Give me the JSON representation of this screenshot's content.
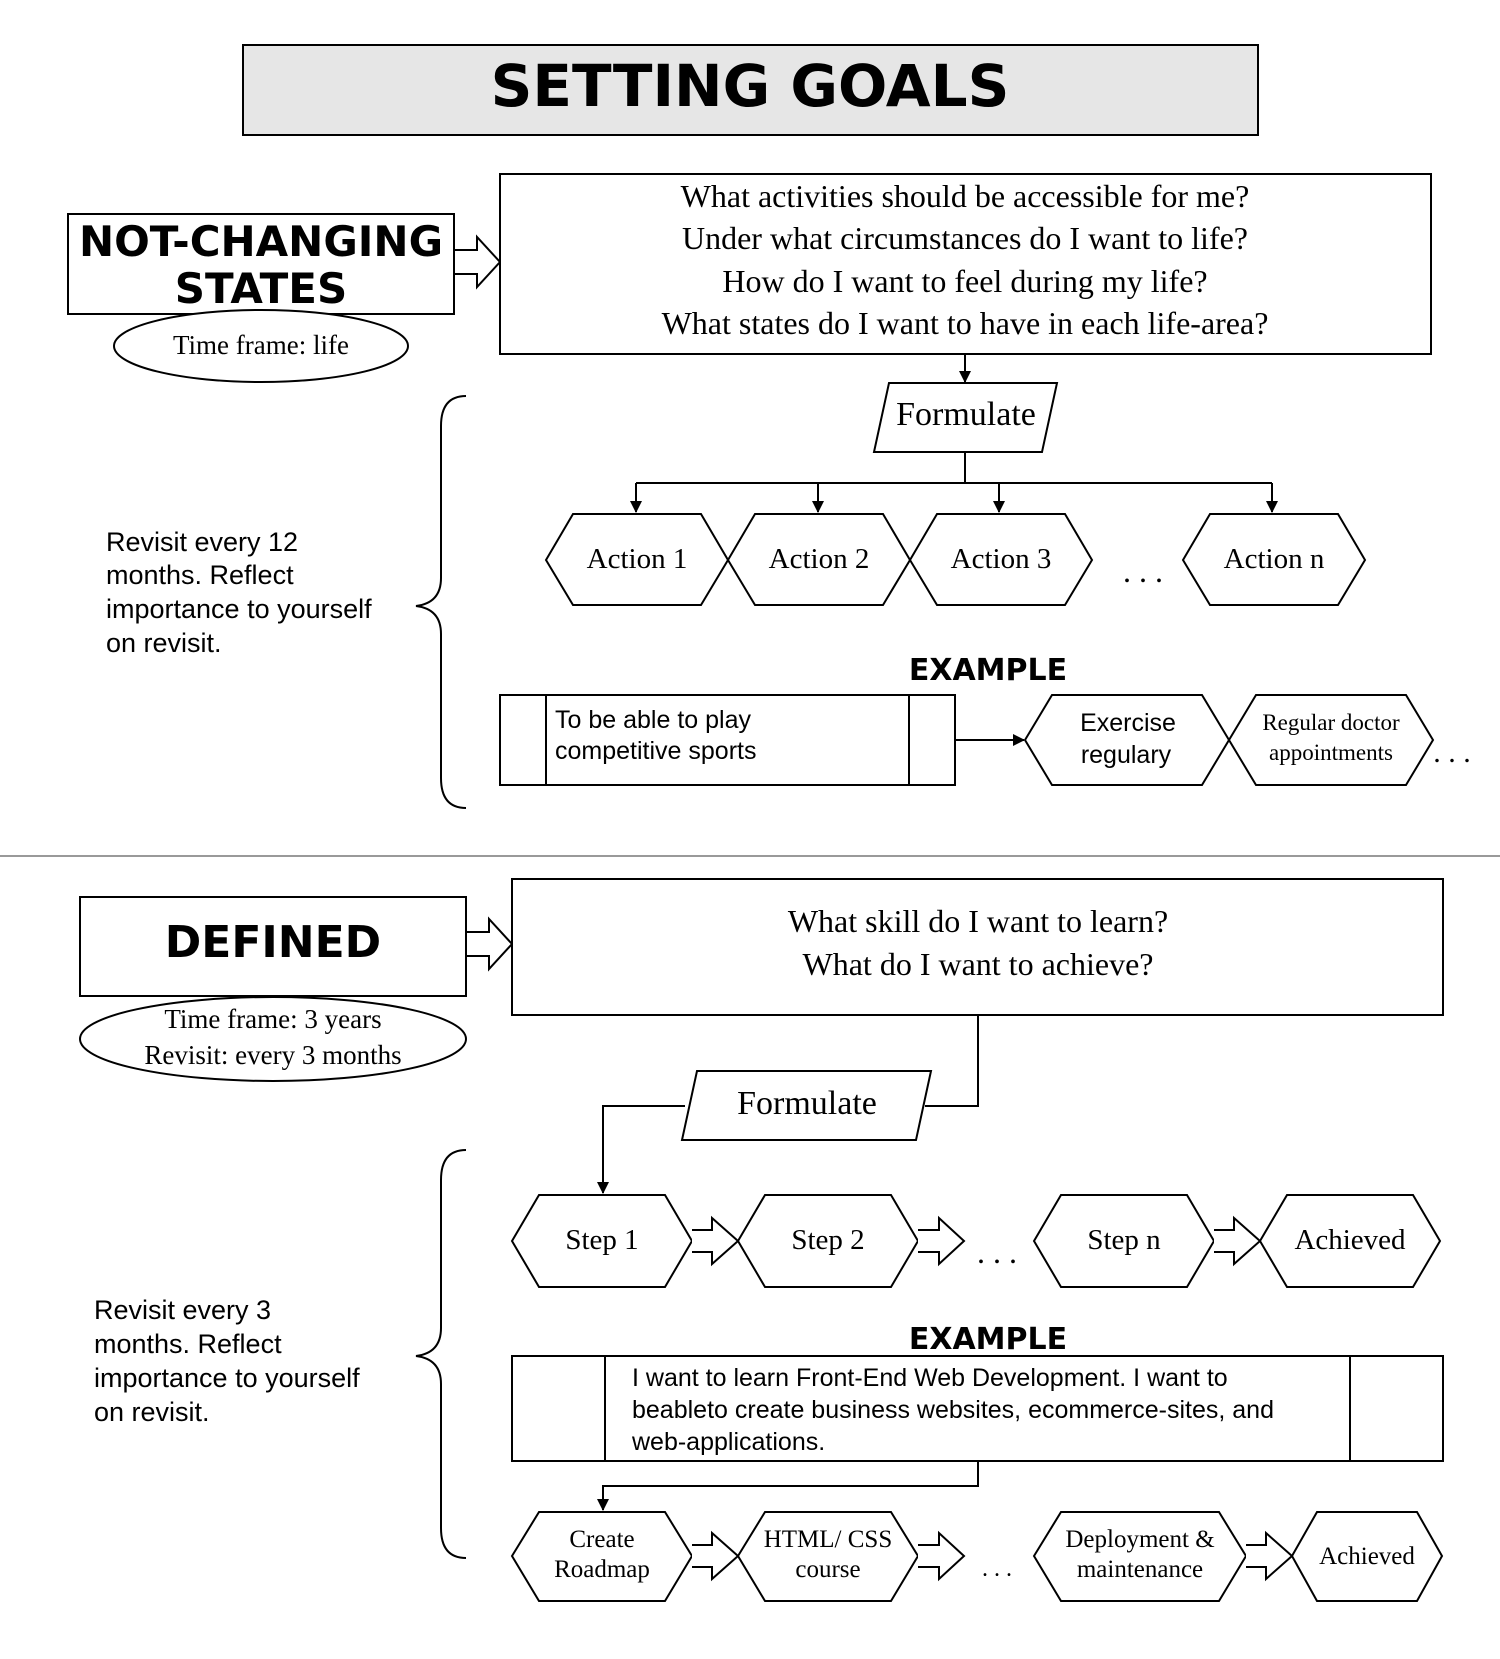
{
  "title": "SETTING GOALS",
  "sections": {
    "not_changing": {
      "label_line1": "NOT-CHANGING",
      "label_line2": "STATES",
      "time_frame": "Time frame: life",
      "questions": [
        "What activities should be accessible for me?",
        "Under what circumstances do I want to life?",
        "How do I want to feel during my life?",
        "What states do I want to have in each life-area?"
      ],
      "formulate": "Formulate",
      "actions": [
        "Action 1",
        "Action 2",
        "Action 3",
        "Action n"
      ],
      "ellipsis": ". . .",
      "revisit_note": [
        "Revisit every 12",
        "months. Reflect",
        "importance to yourself",
        "on revisit."
      ],
      "example_label": "EXAMPLE",
      "example_text": [
        "To be able to play",
        "competitive sports"
      ],
      "example_actions": [
        [
          "Exercise",
          "regulary"
        ],
        [
          "Regular doctor",
          "appointments"
        ]
      ]
    },
    "defined": {
      "label": "DEFINED",
      "time_frame": "Time frame: 3 years",
      "revisit": "Revisit: every 3 months",
      "questions": [
        "What skill do I want to learn?",
        "What do I want to achieve?"
      ],
      "formulate": "Formulate",
      "steps": [
        "Step 1",
        "Step 2",
        "Step n",
        "Achieved"
      ],
      "ellipsis": ". . .",
      "revisit_note": [
        "Revisit every 3",
        "months. Reflect",
        "importance to yourself",
        "on revisit."
      ],
      "example_label": "EXAMPLE",
      "example_text": [
        "I want to learn Front-End Web Development. I want to",
        "beableto create business websites, ecommerce-sites, and",
        "web-applications."
      ],
      "example_steps": [
        [
          "Create",
          "Roadmap"
        ],
        [
          "HTML/ CSS",
          "course"
        ],
        [
          "Deployment &",
          "maintenance"
        ],
        [
          "Achieved"
        ]
      ]
    }
  }
}
